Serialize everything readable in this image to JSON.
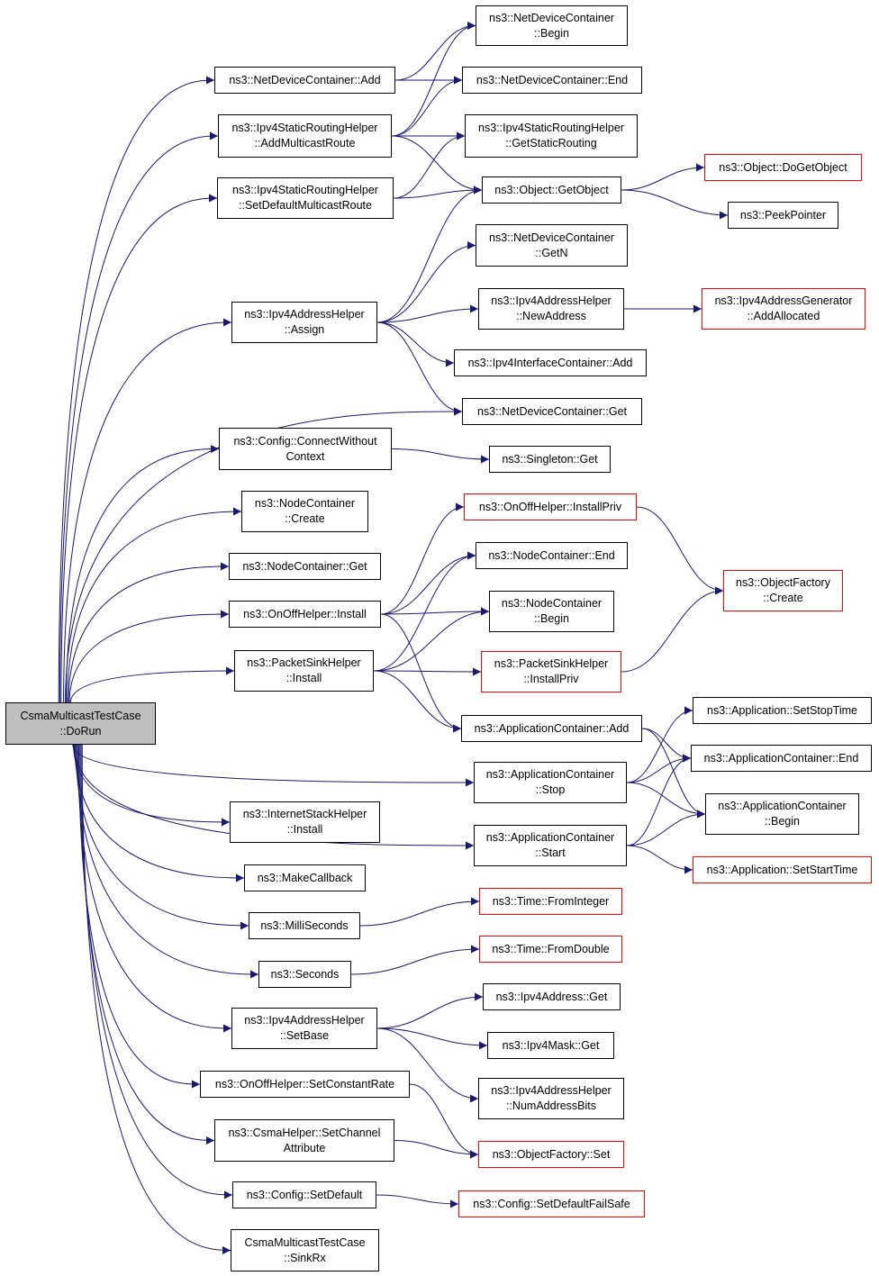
{
  "colors": {
    "edge": "#191970",
    "node_border": "#000000",
    "truncated_border": "#ff0000",
    "root_fill": "#bfbfbf"
  },
  "nodes": [
    {
      "id": "root",
      "lines": [
        "CsmaMulticastTestCase",
        "::DoRun"
      ],
      "style": "root"
    },
    {
      "id": "ndc_add",
      "lines": [
        "ns3::NetDeviceContainer::Add"
      ],
      "style": "normal"
    },
    {
      "id": "ndc_begin",
      "lines": [
        "ns3::NetDeviceContainer",
        "::Begin"
      ],
      "style": "normal"
    },
    {
      "id": "ndc_end",
      "lines": [
        "ns3::NetDeviceContainer::End"
      ],
      "style": "normal"
    },
    {
      "id": "isrh_amr",
      "lines": [
        "ns3::Ipv4StaticRoutingHelper",
        "::AddMulticastRoute"
      ],
      "style": "normal"
    },
    {
      "id": "isrh_gsr",
      "lines": [
        "ns3::Ipv4StaticRoutingHelper",
        "::GetStaticRouting"
      ],
      "style": "normal"
    },
    {
      "id": "isrh_sdmr",
      "lines": [
        "ns3::Ipv4StaticRoutingHelper",
        "::SetDefaultMulticastRoute"
      ],
      "style": "normal"
    },
    {
      "id": "obj_dgo",
      "lines": [
        "ns3::Object::DoGetObject"
      ],
      "style": "truncated"
    },
    {
      "id": "obj_go",
      "lines": [
        "ns3::Object::GetObject"
      ],
      "style": "normal"
    },
    {
      "id": "peek",
      "lines": [
        "ns3::PeekPointer"
      ],
      "style": "normal"
    },
    {
      "id": "ndc_getn",
      "lines": [
        "ns3::NetDeviceContainer",
        "::GetN"
      ],
      "style": "normal"
    },
    {
      "id": "iah_assign",
      "lines": [
        "ns3::Ipv4AddressHelper",
        "::Assign"
      ],
      "style": "normal"
    },
    {
      "id": "iah_na",
      "lines": [
        "ns3::Ipv4AddressHelper",
        "::NewAddress"
      ],
      "style": "normal"
    },
    {
      "id": "iag_aa",
      "lines": [
        "ns3::Ipv4AddressGenerator",
        "::AddAllocated"
      ],
      "style": "truncated"
    },
    {
      "id": "iic_add",
      "lines": [
        "ns3::Ipv4InterfaceContainer::Add"
      ],
      "style": "normal"
    },
    {
      "id": "ndc_get",
      "lines": [
        "ns3::NetDeviceContainer::Get"
      ],
      "style": "normal"
    },
    {
      "id": "cfg_cwc",
      "lines": [
        "ns3::Config::ConnectWithout",
        "Context"
      ],
      "style": "normal"
    },
    {
      "id": "sing_get",
      "lines": [
        "ns3::Singleton::Get"
      ],
      "style": "normal"
    },
    {
      "id": "nc_create",
      "lines": [
        "ns3::NodeContainer",
        "::Create"
      ],
      "style": "normal"
    },
    {
      "id": "ooh_ip",
      "lines": [
        "ns3::OnOffHelper::InstallPriv"
      ],
      "style": "truncated"
    },
    {
      "id": "nc_end",
      "lines": [
        "ns3::NodeContainer::End"
      ],
      "style": "normal"
    },
    {
      "id": "of_create",
      "lines": [
        "ns3::ObjectFactory",
        "::Create"
      ],
      "style": "truncated"
    },
    {
      "id": "nc_get",
      "lines": [
        "ns3::NodeContainer::Get"
      ],
      "style": "normal"
    },
    {
      "id": "nc_begin",
      "lines": [
        "ns3::NodeContainer",
        "::Begin"
      ],
      "style": "normal"
    },
    {
      "id": "ooh_inst",
      "lines": [
        "ns3::OnOffHelper::Install"
      ],
      "style": "normal"
    },
    {
      "id": "psh_inst",
      "lines": [
        "ns3::PacketSinkHelper",
        "::Install"
      ],
      "style": "normal"
    },
    {
      "id": "psh_ip",
      "lines": [
        "ns3::PacketSinkHelper",
        "::InstallPriv"
      ],
      "style": "truncated"
    },
    {
      "id": "ac_add",
      "lines": [
        "ns3::ApplicationContainer::Add"
      ],
      "style": "normal"
    },
    {
      "id": "app_sst",
      "lines": [
        "ns3::Application::SetStopTime"
      ],
      "style": "normal"
    },
    {
      "id": "ac_end",
      "lines": [
        "ns3::ApplicationContainer::End"
      ],
      "style": "normal"
    },
    {
      "id": "ac_stop",
      "lines": [
        "ns3::ApplicationContainer",
        "::Stop"
      ],
      "style": "normal"
    },
    {
      "id": "ac_begin",
      "lines": [
        "ns3::ApplicationContainer",
        "::Begin"
      ],
      "style": "normal"
    },
    {
      "id": "ac_start",
      "lines": [
        "ns3::ApplicationContainer",
        "::Start"
      ],
      "style": "normal"
    },
    {
      "id": "app_sstart",
      "lines": [
        "ns3::Application::SetStartTime"
      ],
      "style": "truncated"
    },
    {
      "id": "ish_inst",
      "lines": [
        "ns3::InternetStackHelper",
        "::Install"
      ],
      "style": "normal"
    },
    {
      "id": "mkcb",
      "lines": [
        "ns3::MakeCallback"
      ],
      "style": "normal"
    },
    {
      "id": "ms",
      "lines": [
        "ns3::MilliSeconds"
      ],
      "style": "normal"
    },
    {
      "id": "t_fi",
      "lines": [
        "ns3::Time::FromInteger"
      ],
      "style": "truncated"
    },
    {
      "id": "secs",
      "lines": [
        "ns3::Seconds"
      ],
      "style": "normal"
    },
    {
      "id": "t_fd",
      "lines": [
        "ns3::Time::FromDouble"
      ],
      "style": "truncated"
    },
    {
      "id": "ia_get",
      "lines": [
        "ns3::Ipv4Address::Get"
      ],
      "style": "normal"
    },
    {
      "id": "iah_sb",
      "lines": [
        "ns3::Ipv4AddressHelper",
        "::SetBase"
      ],
      "style": "normal"
    },
    {
      "id": "im_get",
      "lines": [
        "ns3::Ipv4Mask::Get"
      ],
      "style": "normal"
    },
    {
      "id": "ooh_scr",
      "lines": [
        "ns3::OnOffHelper::SetConstantRate"
      ],
      "style": "normal"
    },
    {
      "id": "iah_nab",
      "lines": [
        "ns3::Ipv4AddressHelper",
        "::NumAddressBits"
      ],
      "style": "normal"
    },
    {
      "id": "csma_sca",
      "lines": [
        "ns3::CsmaHelper::SetChannel",
        "Attribute"
      ],
      "style": "normal"
    },
    {
      "id": "of_set",
      "lines": [
        "ns3::ObjectFactory::Set"
      ],
      "style": "truncated"
    },
    {
      "id": "cfg_sd",
      "lines": [
        "ns3::Config::SetDefault"
      ],
      "style": "normal"
    },
    {
      "id": "cfg_sdfs",
      "lines": [
        "ns3::Config::SetDefaultFailSafe"
      ],
      "style": "truncated"
    },
    {
      "id": "cmtc_srx",
      "lines": [
        "CsmaMulticastTestCase",
        "::SinkRx"
      ],
      "style": "normal"
    }
  ],
  "edges": [
    [
      "root",
      "ndc_add"
    ],
    [
      "root",
      "isrh_amr"
    ],
    [
      "root",
      "isrh_sdmr"
    ],
    [
      "root",
      "iah_assign"
    ],
    [
      "root",
      "ndc_get"
    ],
    [
      "root",
      "cfg_cwc"
    ],
    [
      "root",
      "nc_create"
    ],
    [
      "root",
      "nc_get"
    ],
    [
      "root",
      "ooh_inst"
    ],
    [
      "root",
      "psh_inst"
    ],
    [
      "root",
      "ac_stop"
    ],
    [
      "root",
      "ac_start"
    ],
    [
      "root",
      "ish_inst"
    ],
    [
      "root",
      "mkcb"
    ],
    [
      "root",
      "ms"
    ],
    [
      "root",
      "secs"
    ],
    [
      "root",
      "iah_sb"
    ],
    [
      "root",
      "ooh_scr"
    ],
    [
      "root",
      "csma_sca"
    ],
    [
      "root",
      "cfg_sd"
    ],
    [
      "root",
      "cmtc_srx"
    ],
    [
      "ndc_add",
      "ndc_begin"
    ],
    [
      "ndc_add",
      "ndc_end"
    ],
    [
      "isrh_amr",
      "ndc_begin"
    ],
    [
      "isrh_amr",
      "ndc_end"
    ],
    [
      "isrh_amr",
      "isrh_gsr"
    ],
    [
      "isrh_amr",
      "obj_go"
    ],
    [
      "isrh_sdmr",
      "isrh_gsr"
    ],
    [
      "isrh_sdmr",
      "obj_go"
    ],
    [
      "obj_go",
      "obj_dgo"
    ],
    [
      "obj_go",
      "peek"
    ],
    [
      "iah_assign",
      "obj_go"
    ],
    [
      "iah_assign",
      "ndc_getn"
    ],
    [
      "iah_assign",
      "iah_na"
    ],
    [
      "iah_assign",
      "iic_add"
    ],
    [
      "iah_assign",
      "ndc_get"
    ],
    [
      "iah_na",
      "iag_aa"
    ],
    [
      "cfg_cwc",
      "sing_get"
    ],
    [
      "ooh_inst",
      "ooh_ip"
    ],
    [
      "ooh_inst",
      "nc_end"
    ],
    [
      "ooh_inst",
      "nc_begin"
    ],
    [
      "ooh_inst",
      "ac_add"
    ],
    [
      "ooh_ip",
      "of_create"
    ],
    [
      "psh_inst",
      "nc_end"
    ],
    [
      "psh_inst",
      "nc_begin"
    ],
    [
      "psh_inst",
      "psh_ip"
    ],
    [
      "psh_inst",
      "ac_add"
    ],
    [
      "psh_ip",
      "of_create"
    ],
    [
      "ac_add",
      "ac_end"
    ],
    [
      "ac_add",
      "ac_begin"
    ],
    [
      "ac_stop",
      "app_sst"
    ],
    [
      "ac_stop",
      "ac_end"
    ],
    [
      "ac_stop",
      "ac_begin"
    ],
    [
      "ac_start",
      "ac_end"
    ],
    [
      "ac_start",
      "ac_begin"
    ],
    [
      "ac_start",
      "app_sstart"
    ],
    [
      "ms",
      "t_fi"
    ],
    [
      "secs",
      "t_fd"
    ],
    [
      "iah_sb",
      "ia_get"
    ],
    [
      "iah_sb",
      "im_get"
    ],
    [
      "iah_sb",
      "iah_nab"
    ],
    [
      "ooh_scr",
      "of_set"
    ],
    [
      "csma_sca",
      "of_set"
    ],
    [
      "cfg_sd",
      "cfg_sdfs"
    ]
  ]
}
